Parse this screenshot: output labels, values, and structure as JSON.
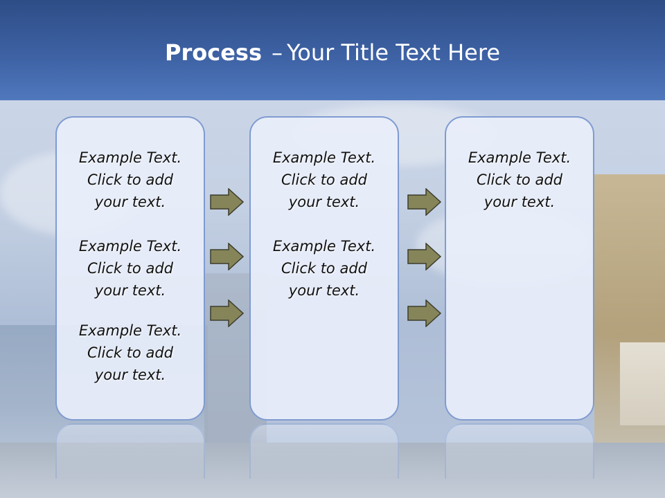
{
  "header": {
    "title_bold": "Process",
    "title_dash": "–",
    "title_rest": "Your Title Text Here"
  },
  "columns": [
    {
      "items": [
        {
          "line1": "Example Text.",
          "line2": "Click  to add",
          "line3": "your text."
        },
        {
          "line1": "Example Text.",
          "line2": "Click  to add",
          "line3": "your text."
        },
        {
          "line1": "Example Text.",
          "line2": "Click  to add",
          "line3": "your text."
        }
      ]
    },
    {
      "items": [
        {
          "line1": "Example Text.",
          "line2": "Click  to add",
          "line3": "your text."
        },
        {
          "line1": "Example Text.",
          "line2": "Click  to add",
          "line3": "your text."
        }
      ]
    },
    {
      "items": [
        {
          "line1": "Example Text.",
          "line2": "Click  to add",
          "line3": "your text."
        }
      ]
    }
  ],
  "colors": {
    "header": "#3d61a3",
    "panel_border": "#7f9bd0",
    "arrow_fill": "#86855a"
  },
  "icons": [
    "arrow-right-icon"
  ]
}
